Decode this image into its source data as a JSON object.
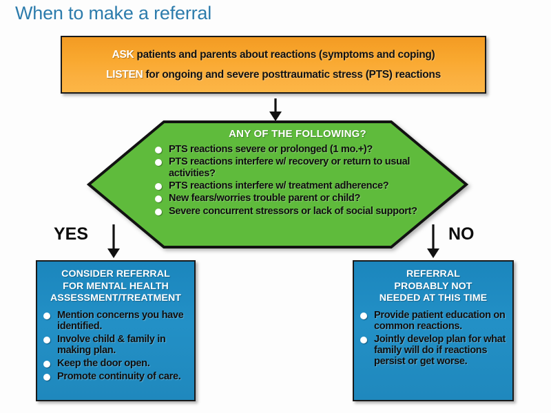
{
  "page": {
    "title": "When to make a referral",
    "background_color": "#fdfdfd",
    "title_color": "#2d7cac"
  },
  "colors": {
    "orange": "#f9a82f",
    "green": "#5fbb3c",
    "blue": "#2088c2",
    "outline": "#191919",
    "bullet": "#ffffff"
  },
  "ask_box": {
    "name": "ask-listen-box",
    "fill": "#f9a82f",
    "lines": [
      {
        "keyword": "ASK",
        "text": " patients and parents about reactions (symptoms and coping)"
      },
      {
        "keyword": "LISTEN",
        "text": " for ongoing and severe posttraumatic stress (PTS) reactions"
      }
    ]
  },
  "arrow_top": {
    "name": "arrow-ask-to-decision",
    "direction": "down"
  },
  "decision": {
    "name": "decision-hexagon",
    "fill": "#5fbb3c",
    "heading": "ANY OF THE FOLLOWING?",
    "items": [
      "PTS reactions severe or prolonged (1 mo.+)?",
      "PTS reactions interfere w/ recovery or return to usual activities?",
      "PTS reactions interfere w/ treatment adherence?",
      "New fears/worries trouble parent or child?",
      "Severe concurrent stressors or lack of social support?"
    ]
  },
  "branches": {
    "yes": {
      "label": "YES",
      "arrow_name": "arrow-yes-down",
      "box": {
        "name": "consider-referral-box",
        "fill": "#2088c2",
        "heading": "CONSIDER REFERRAL FOR MENTAL HEALTH ASSESSMENT/TREATMENT",
        "heading_lines": [
          "CONSIDER REFERRAL",
          "FOR MENTAL HEALTH",
          "ASSESSMENT/TREATMENT"
        ],
        "items": [
          "Mention concerns you have identified.",
          "Involve child & family in making plan.",
          "Keep the door open.",
          "Promote continuity of care."
        ]
      }
    },
    "no": {
      "label": "NO",
      "arrow_name": "arrow-no-down",
      "box": {
        "name": "no-referral-box",
        "fill": "#2088c2",
        "heading": "REFERRAL PROBABLY NOT NEEDED AT THIS TIME",
        "heading_lines": [
          "REFERRAL",
          "PROBABLY NOT",
          "NEEDED AT THIS TIME"
        ],
        "items": [
          "Provide patient education on common reactions.",
          "Jointly develop plan for what family will do if reactions persist or  get worse."
        ]
      }
    }
  }
}
